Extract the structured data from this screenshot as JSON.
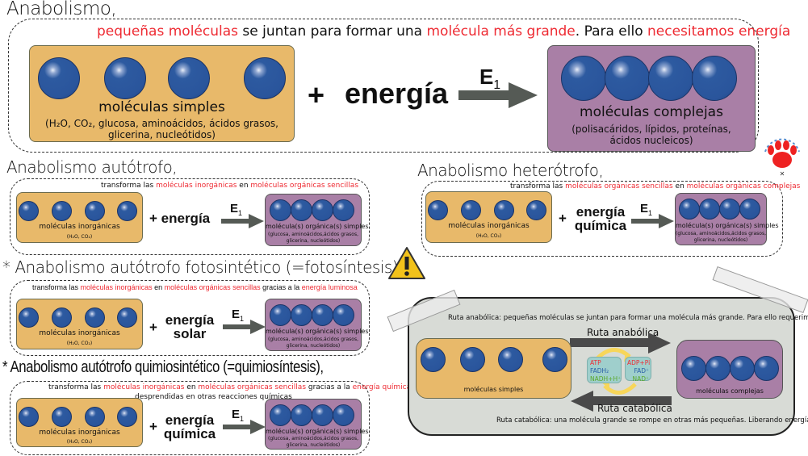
{
  "main": {
    "title": "Anabolismo,",
    "desc": [
      "pequeñas moléculas",
      " se juntan para formar una ",
      "molécula más grande",
      ". Para ello ",
      "necesitamos energía"
    ],
    "left_label": "moléculas simples",
    "left_sub1": "(H₂O, CO₂, glucosa, aminoácidos, ácidos grasos,",
    "left_sub2": "glicerina, nucleótidos)",
    "plus": "+",
    "energy": "energía",
    "enzyme": "E",
    "enzyme_sub": "1",
    "right_label": "moléculas complejas",
    "right_sub1": "(polisacáridos, lípidos, proteínas,",
    "right_sub2": "ácidos nucleicos)"
  },
  "autotrofo": {
    "title": "Anabolismo autótrofo,",
    "desc": [
      "transforma las ",
      "moléculas inorgánicas",
      " en ",
      "moléculas orgánicas sencillas"
    ],
    "left_label": "moléculas inorgánicas",
    "left_sub": "(H₂O, CO₂)",
    "energy": "+ energía",
    "enzyme": "E",
    "enzyme_sub": "1",
    "right_label": "molécula(s) orgánica(s) simples",
    "right_sub1": "(glucosa, aminoácidos,ácidos grasos,",
    "right_sub2": "glicerina, nucleótidos)"
  },
  "heterotrofo": {
    "title": "Anabolismo heterótrofo,",
    "desc": [
      "transforma las ",
      "moléculas orgánicas sencillas",
      " en ",
      "moléculas orgánicas complejas"
    ],
    "left_label": "moléculas inorgánicas",
    "left_sub": "(H₂O, CO₂)",
    "plus": "+",
    "energy1": "energía",
    "energy2": "química",
    "enzyme": "E",
    "enzyme_sub": "1",
    "right_label": "molécula(s) orgánica(s) simples",
    "right_sub1": "(glucosa, aminoácidos,ácidos grasos,",
    "right_sub2": "glicerina, nucleótidos)"
  },
  "fotosintetico": {
    "title": "* Anabolismo autótrofo fotosintético (=fotosíntesis),",
    "desc": [
      "transforma las ",
      "moléculas inorgánicas",
      " en ",
      "moléculas orgánicas sencillas",
      " gracias a la ",
      "energía luminosa"
    ],
    "left_label": "moléculas inorgánicas",
    "left_sub": "(H₂O, CO₂)",
    "plus": "+",
    "energy1": "energía",
    "energy2": "solar",
    "enzyme": "E",
    "enzyme_sub": "1",
    "right_label": "molécula(s) orgánica(s) simples",
    "right_sub1": "(glucosa, aminoácidos,ácidos grasos,",
    "right_sub2": "glicerina, nucleótidos)"
  },
  "quimiosintetico": {
    "title": "* Anabolismo autótrofo quimiosintético (=quimiosíntesis),",
    "desc": [
      "transforma las ",
      "moléculas inorgánicas",
      " en ",
      "moléculas orgánicas sencillas",
      " gracias a la ",
      "energía química"
    ],
    "desc2": "desprendidas en otras reacciones químicas",
    "left_label": "moléculas inorgánicas",
    "left_sub": "(H₂O, CO₂)",
    "plus": "+",
    "energy1": "energía",
    "energy2": "química",
    "enzyme": "E",
    "enzyme_sub": "1",
    "right_label": "molécula(s) orgánica(s) simples",
    "right_sub1": "(glucosa, aminoácidos,ácidos grasos,",
    "right_sub2": "glicerina, nucleótidos)"
  },
  "rutas": {
    "anabolic_desc": "Ruta anabólica: pequeñas moléculas se juntan para formar una molécula más grande. Para ello requerimos energía",
    "anabolic_label": "Ruta anabólica",
    "catabolic_label": "Ruta catabólica",
    "catabolic_desc": "Ruta catabólica: una molécula grande se rompe en otras más pequeñas. Liberando energía",
    "left_label": "moléculas simples",
    "right_label": "moléculas complejas",
    "carriers_left": [
      "ATP",
      "FADH₂",
      "NADH+H⁺"
    ],
    "carriers_right": [
      "ADP+Pi",
      "FAD⁺",
      "NAD⁺"
    ]
  },
  "colors": {
    "highlight": "#ee2b33",
    "simple_box": "#e8b96a",
    "complex_box": "#a97fa6",
    "molecule": "#2d5aa0",
    "panel": "#d8dbd6",
    "atp": "#ee2b33",
    "fad": "#2a5fa8",
    "nad": "#5aa82a"
  },
  "icons": [
    "warning-icon",
    "paw-logo-icon",
    "arrow-icon"
  ]
}
